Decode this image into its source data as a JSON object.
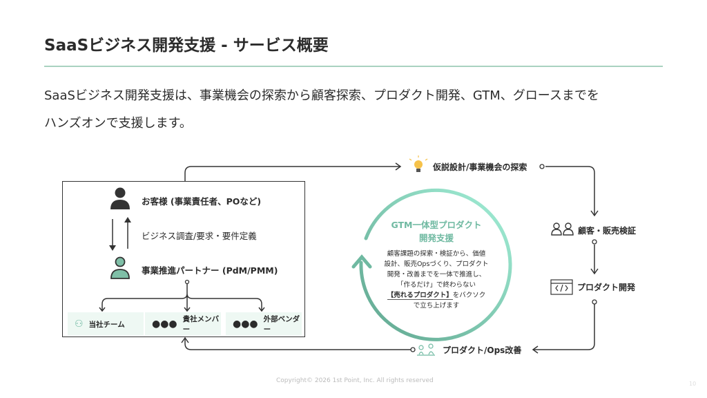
{
  "header": {
    "title": "SaaSビジネス開発支援 - サービス概要"
  },
  "lead": {
    "line1": "SaaSビジネス開発支援は、事業機会の探索から顧客探索、プロダクト開発、GTM、グロースまでを",
    "line2": "ハンズオンで支援します。"
  },
  "left_box": {
    "customer": "お客様 (事業責任者、POなど)",
    "relation": "ビジネス調査/要求・要件定義",
    "partner": "事業推進パートナー (PdM/PMM)",
    "teams": [
      {
        "label": "当社チーム",
        "icon": "team-outline-icon"
      },
      {
        "label": "貴社メンバー",
        "icon": "team-filled-icon"
      },
      {
        "label": "外部ベンダー",
        "icon": "team-filled-icon"
      }
    ]
  },
  "cycle": {
    "title_line1": "GTM一体型プロダクト",
    "title_line2": "開発支援",
    "body": [
      "顧客課題の探索・検証から、価値",
      "設計、販売Opsづくり、プロダクト",
      "開発・改善までを一体で推進し、",
      "「作るだけ」で終わらない"
    ],
    "highlight": "【売れるプロダクト】",
    "after_highlight": "をバクソク",
    "last": "で立ち上げます"
  },
  "steps": [
    {
      "label": "仮説設計/事業機会の探索",
      "icon": "lightbulb-icon"
    },
    {
      "label": "顧客・販売検証",
      "icon": "users-icon"
    },
    {
      "label": "プロダクト開発",
      "icon": "code-window-icon"
    },
    {
      "label": "プロダクト/Ops改善",
      "icon": "team-work-icon"
    }
  ],
  "footer": {
    "copyright": "Copyright© 2026 1st Point, Inc. All rights reserved",
    "page": "10"
  },
  "colors": {
    "accent": "#6fb9a1",
    "accent_light": "#9eeed6",
    "rule": "#a9d2c0",
    "bulb": "#f6c24a"
  }
}
